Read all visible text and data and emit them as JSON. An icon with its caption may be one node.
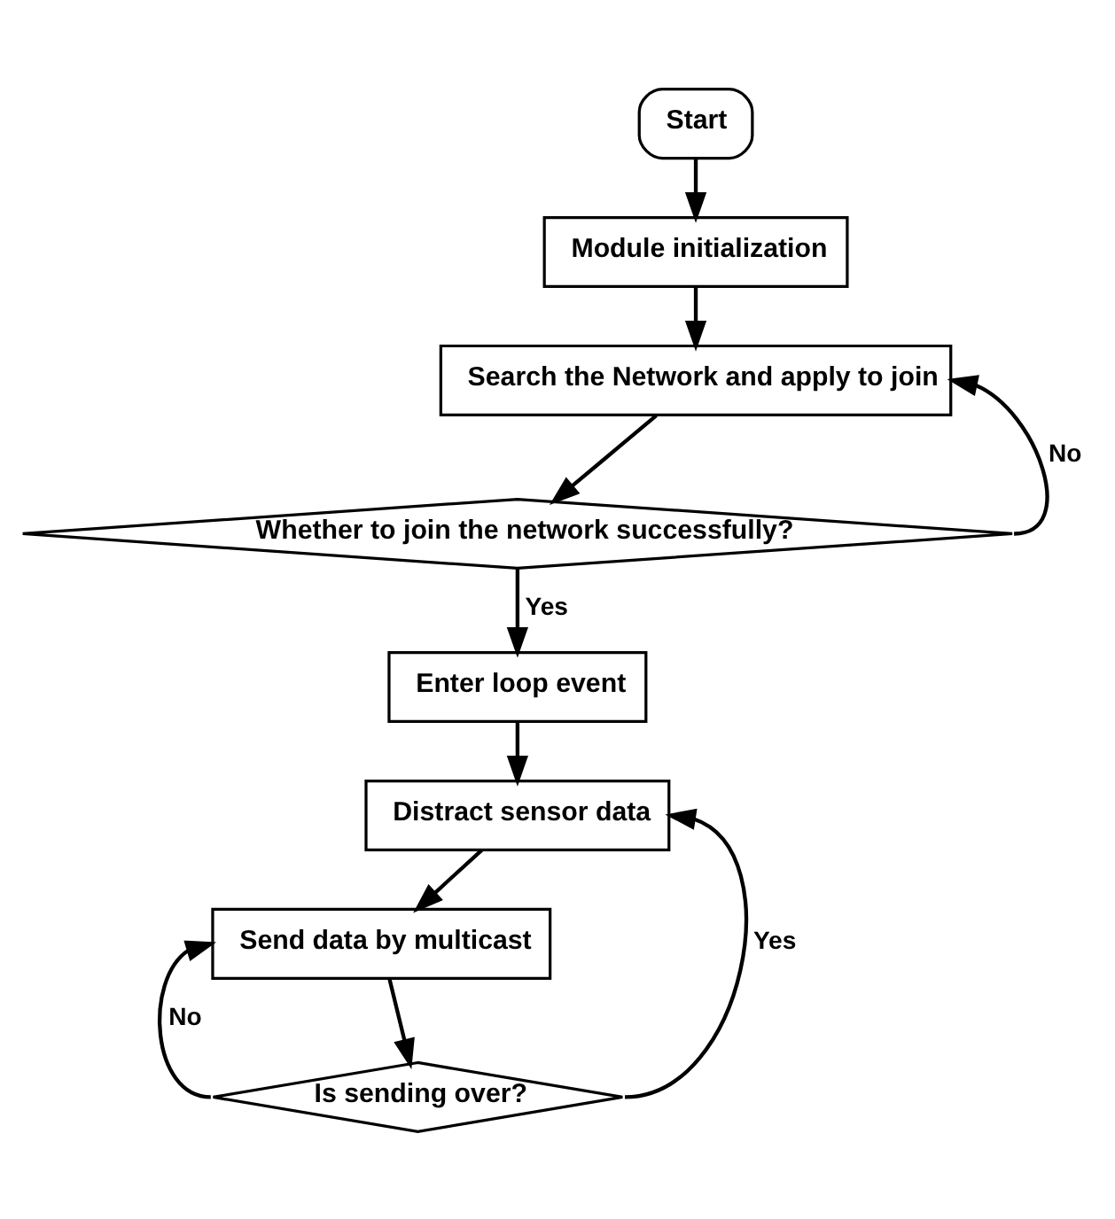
{
  "diagram": {
    "nodes": [
      {
        "text": [
          "Start"
        ]
      },
      {
        "text": [
          "Module initialization"
        ]
      },
      {
        "text": [
          "Search the Network and apply to join"
        ]
      },
      {
        "text": [
          "Whether to join the network successfully?"
        ]
      },
      {
        "text": [
          "Enter loop event"
        ]
      },
      {
        "text": [
          "Distract sensor data"
        ]
      },
      {
        "text": [
          "Send data by multicast"
        ]
      },
      {
        "text": [
          "Is sending over?"
        ]
      }
    ],
    "edges": [
      {
        "from": 0,
        "to": 1,
        "arrow": "to"
      },
      {
        "from": 1,
        "to": 2,
        "arrow": "to"
      },
      {
        "from": 2,
        "to": 3,
        "arrow": "to"
      },
      {
        "from": 3,
        "to": 2,
        "arrow": "to",
        "label": "No"
      },
      {
        "from": 3,
        "to": 4,
        "arrow": "to",
        "label": "Yes"
      },
      {
        "from": 4,
        "to": 5,
        "arrow": "to"
      },
      {
        "from": 5,
        "to": 6,
        "arrow": "to"
      },
      {
        "from": 6,
        "to": 7,
        "arrow": "to"
      },
      {
        "from": 7,
        "to": 6,
        "arrow": "to",
        "label": "No"
      },
      {
        "from": 7,
        "to": 5,
        "arrow": "to",
        "label": "Yes"
      }
    ]
  }
}
